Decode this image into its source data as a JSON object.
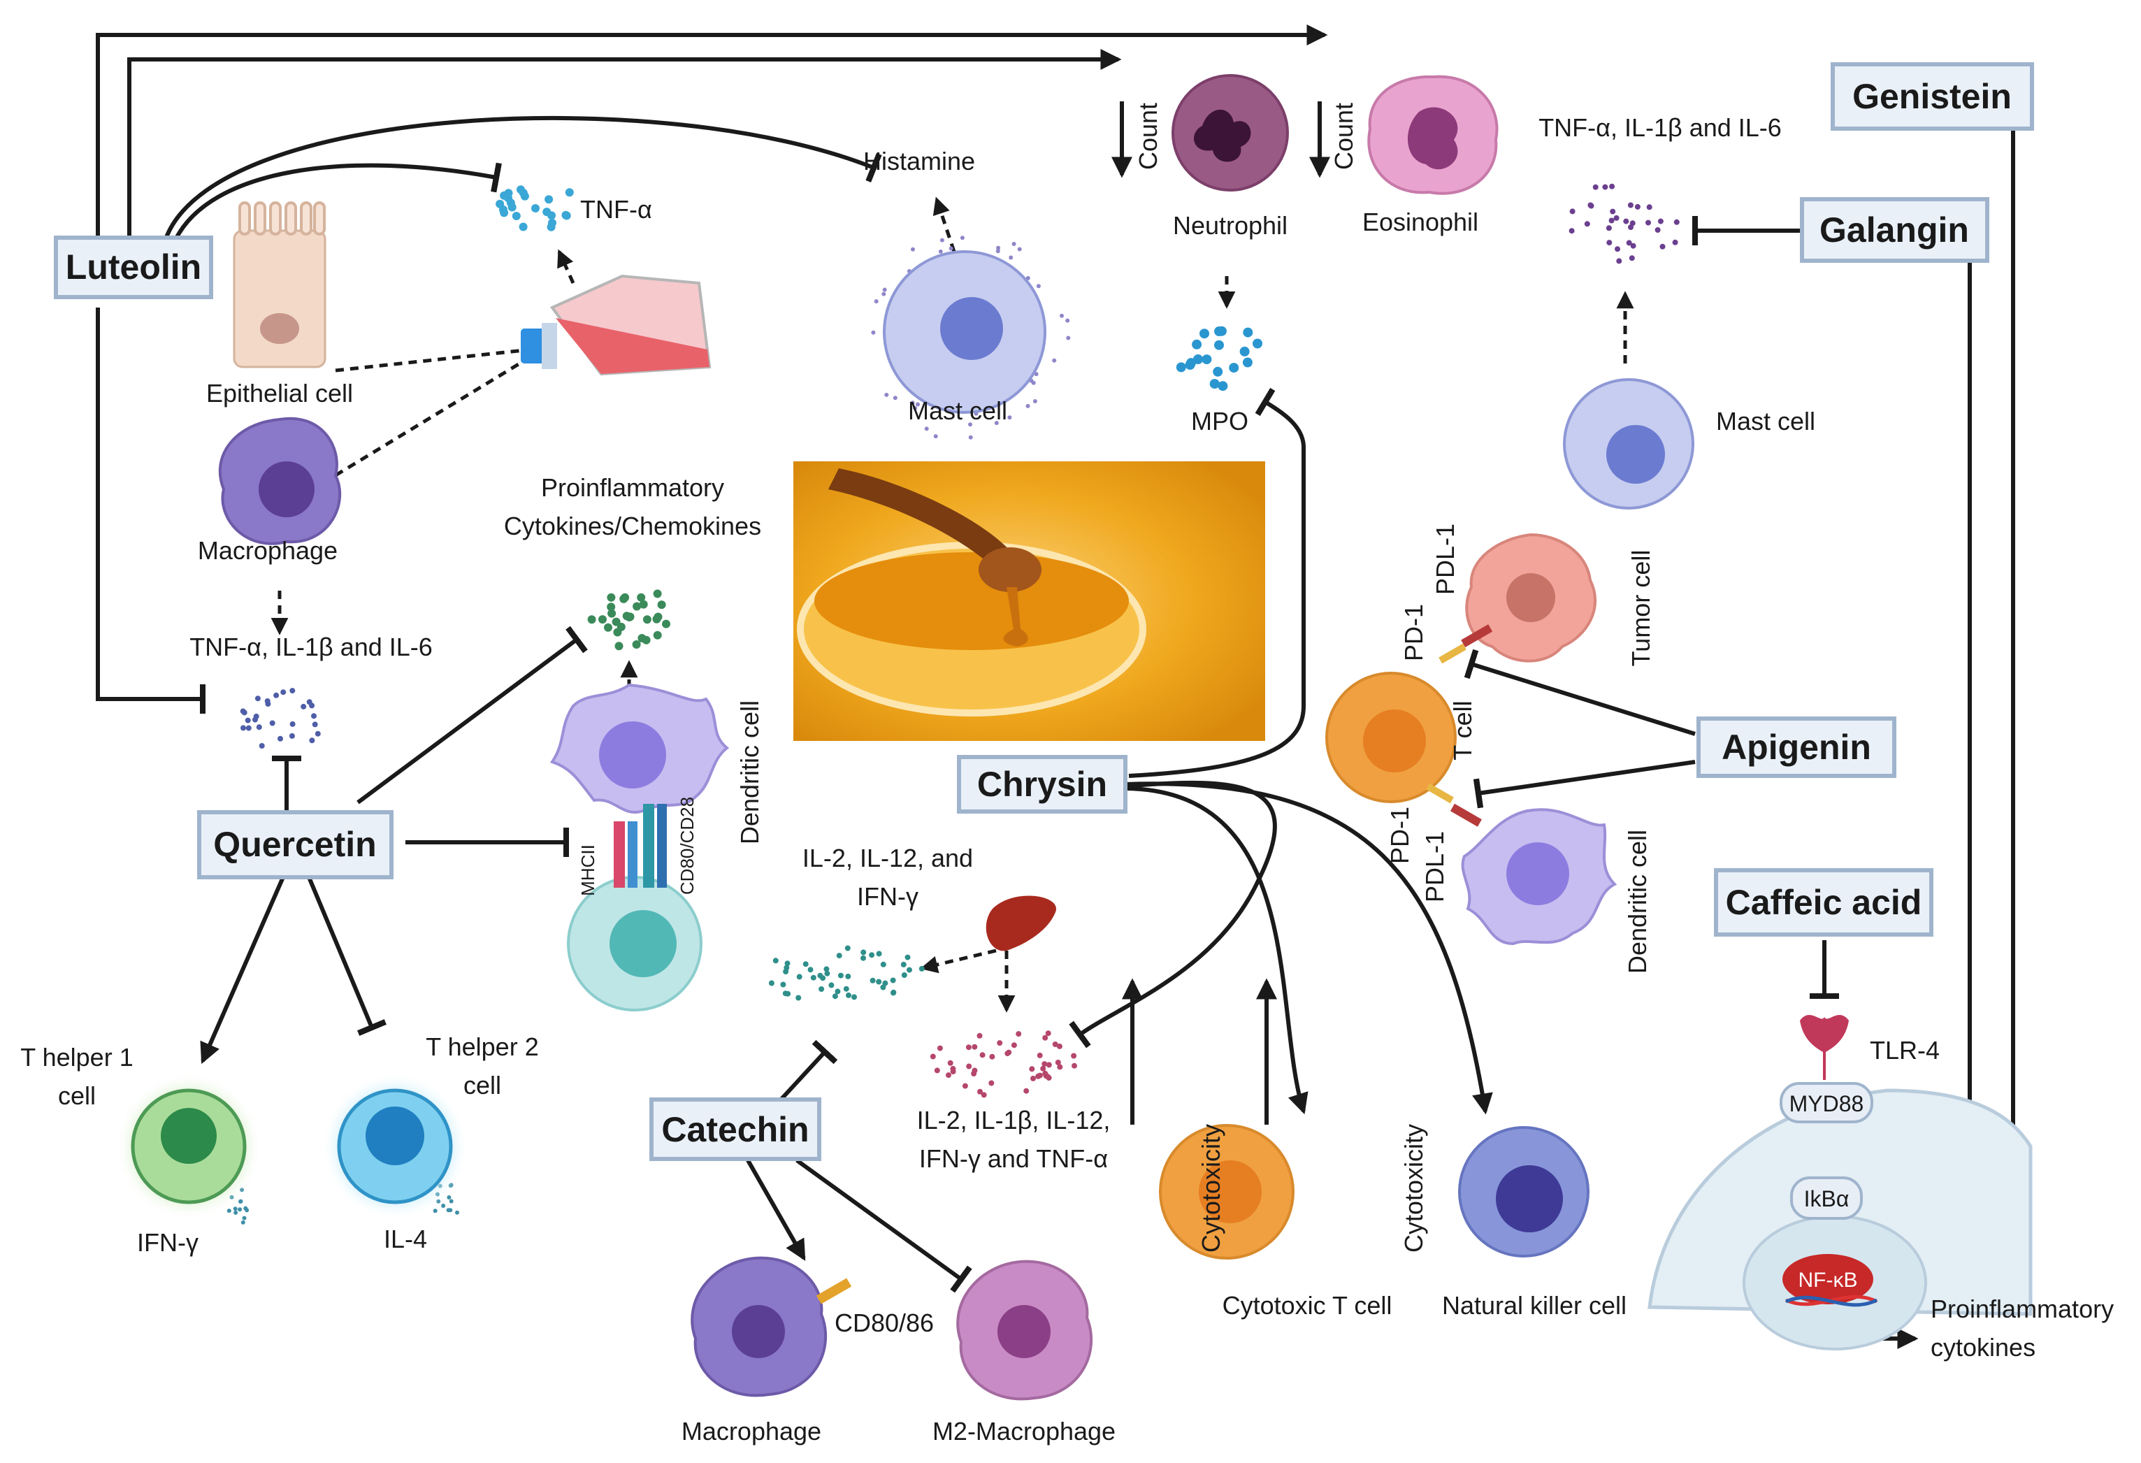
{
  "compounds": {
    "luteolin": "Luteolin",
    "quercetin": "Quercetin",
    "chrysin": "Chrysin",
    "catechin": "Catechin",
    "apigenin": "Apigenin",
    "genistein": "Genistein",
    "galangin": "Galangin",
    "caffeic_acid": "Caffeic acid"
  },
  "labels": {
    "tnf_alpha": "TNF-α",
    "histamine": "Histamine",
    "count_1": "Count",
    "count_2": "Count",
    "neutrophil": "Neutrophil",
    "eosinophil": "Eosinophil",
    "tnf_il1_il6_right": "TNF-α, IL-1β and IL-6",
    "epithelial_cell": "Epithelial cell",
    "mast_cell_left": "Mast cell",
    "mpo": "MPO",
    "mast_cell_right": "Mast cell",
    "macrophage_left": "Macrophage",
    "proinflam_line1": "Proinflammatory",
    "proinflam_line2": "Cytokines/Chemokines",
    "tnf_il1_il6_left": "TNF-α, IL-1β and IL-6",
    "pdl1_top": "PDL-1",
    "pd1_top": "PD-1",
    "tumor_cell": "Tumor cell",
    "t_cell": "T cell",
    "dendritic_cell_center": "Dendritic cell",
    "mhcii": "MHCII",
    "cd80_cd28": "CD80/CD28",
    "il2_line1": "IL-2, IL-12, and",
    "il2_line2": "IFN-γ",
    "pd1_bottom": "PD-1",
    "pdl1_bottom": "PDL-1",
    "dendritic_cell_right": "Dendritic cell",
    "tlr4": "TLR-4",
    "myd88": "MYD88",
    "ikba": "IkBα",
    "nfkb": "NF-κB",
    "proinflam_cytokines_line1": "Proinflammatory",
    "proinflam_cytokines_line2": "cytokines",
    "th1_line1": "T helper 1",
    "th1_line2": "cell",
    "th2_line1": "T helper 2",
    "th2_line2": "cell",
    "ifn_gamma": "IFN-γ",
    "il4": "IL-4",
    "il2_il1b_line1": "IL-2, IL-1β, IL-12,",
    "il2_il1b_line2": "IFN-γ and TNF-α",
    "cytotoxicity_1": "Cytotoxicity",
    "cytotoxicity_2": "Cytotoxicity",
    "cytotoxic_t_cell": "Cytotoxic T cell",
    "nk_cell": "Natural killer cell",
    "cd80_86": "CD80/86",
    "macrophage_bottom": "Macrophage",
    "m2_macrophage": "M2-Macrophage"
  },
  "colors": {
    "box_fill": "#e9f0f8",
    "box_stroke": "#9fb4cc",
    "line": "#1a1a1a",
    "macrophage": "#8a78c8",
    "dendritic": "#c7bdf0",
    "t_cell": "#f0a040",
    "mast": "#b9c3ec",
    "tumor": "#f2a49a",
    "neutrophil": "#9a5a86",
    "eosinophil": "#e9a3cf",
    "th1": "#5cb87a",
    "th2": "#4ab0dc",
    "honey": "#f0a81e"
  }
}
